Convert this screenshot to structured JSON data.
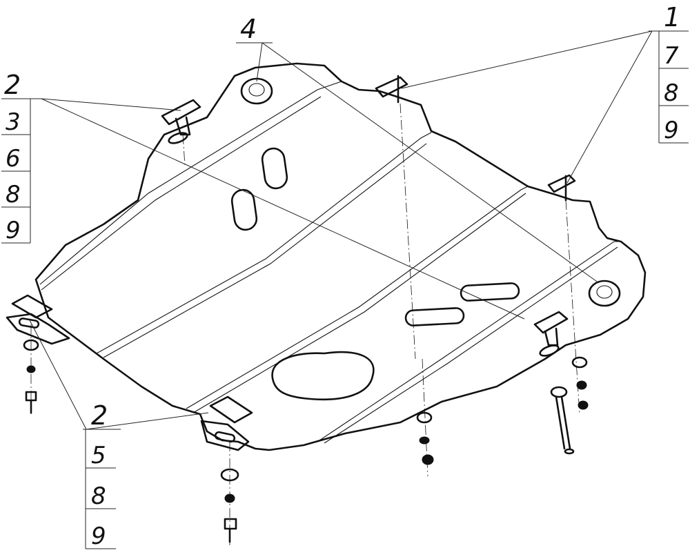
{
  "callouts": {
    "top_left": {
      "head": "2",
      "rows": [
        "3",
        "6",
        "8",
        "9"
      ]
    },
    "top_center": {
      "head": "4"
    },
    "top_right": {
      "head": "1",
      "rows": [
        "7",
        "8",
        "9"
      ]
    },
    "bottom_left": {
      "head": "2",
      "rows": [
        "5",
        "8",
        "9"
      ]
    }
  }
}
